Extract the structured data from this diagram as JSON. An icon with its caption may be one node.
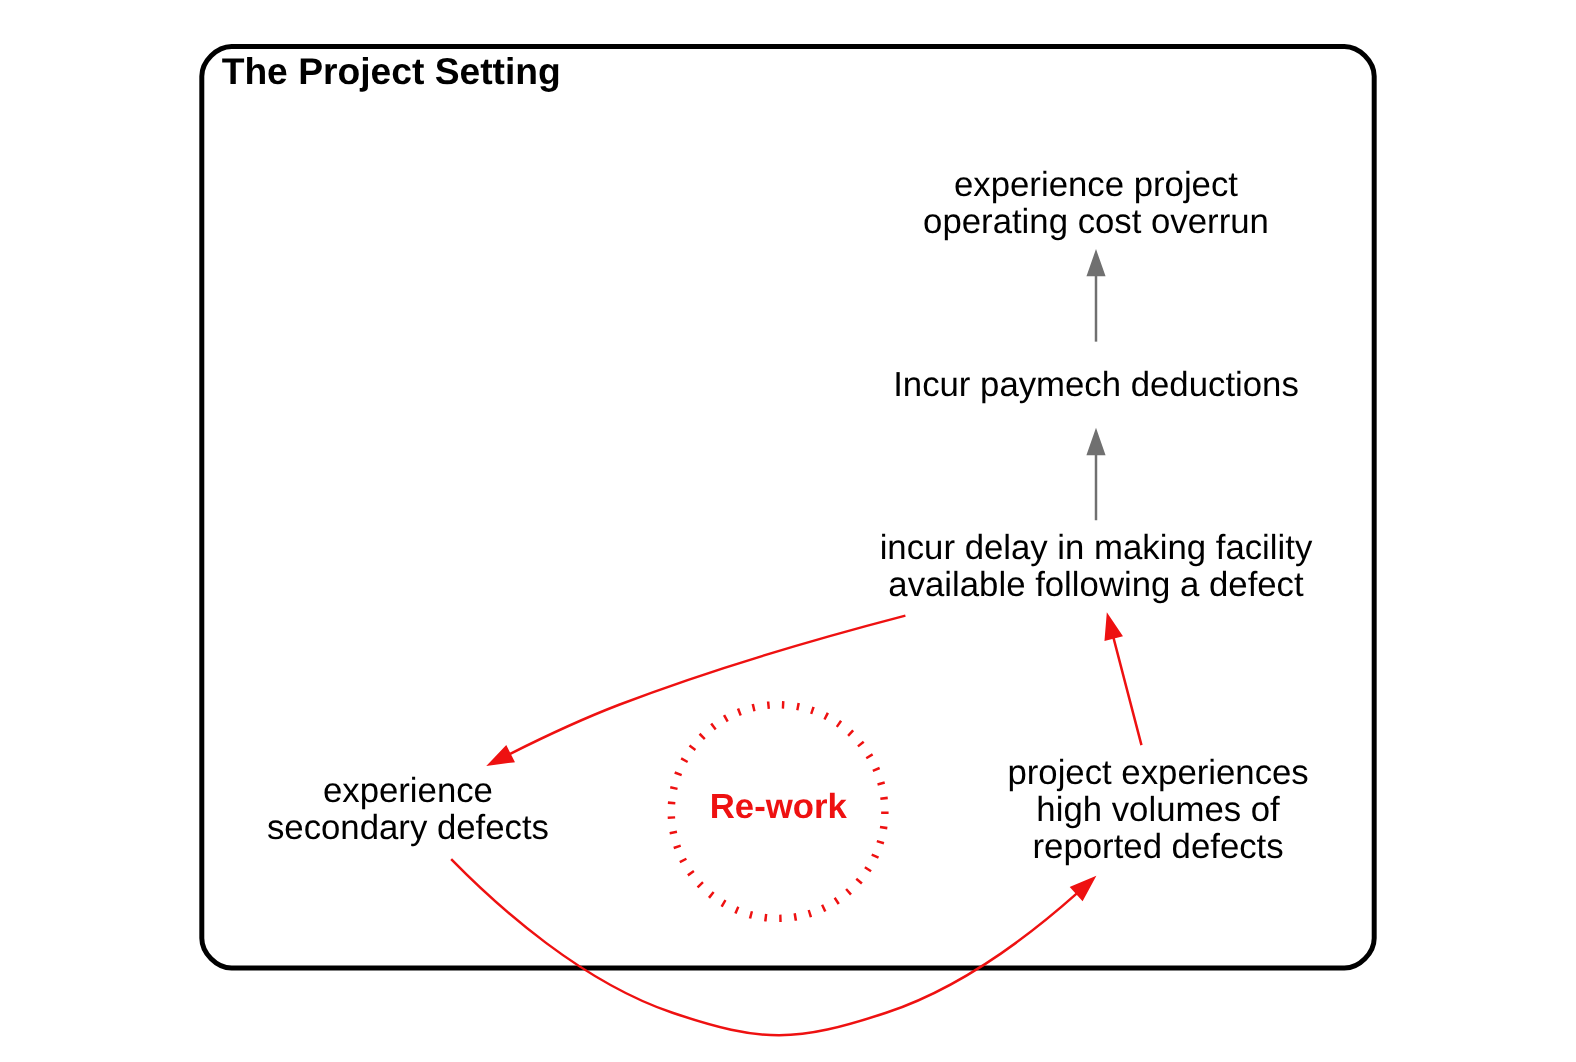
{
  "diagram": {
    "nodes": [
      {
        "text": [
          "The Project Setting"
        ]
      },
      {
        "text": [
          "experience project operating cost overrun"
        ],
        "in": 0
      },
      {
        "text": [
          "Incur paymech deductions"
        ],
        "in": 0
      },
      {
        "text": [
          "incur delay in making facility available following a defect"
        ],
        "in": 0
      },
      {
        "text": [
          "project experiences high volumes of reported defects"
        ],
        "in": 0
      },
      {
        "text": [
          "Re-work"
        ],
        "in": 0
      },
      {
        "text": [
          "experience secondary defects"
        ],
        "in": 0
      }
    ],
    "edges": [
      {
        "from": 2,
        "to": 1,
        "arrow": "to",
        "color": "#707070"
      },
      {
        "from": 3,
        "to": 2,
        "arrow": "to",
        "color": "#707070"
      },
      {
        "from": 4,
        "to": 3,
        "arrow": "to"
      },
      {
        "from": 3,
        "to": 6,
        "arrow": "to"
      },
      {
        "from": 6,
        "to": 4,
        "arrow": "to"
      }
    ]
  }
}
